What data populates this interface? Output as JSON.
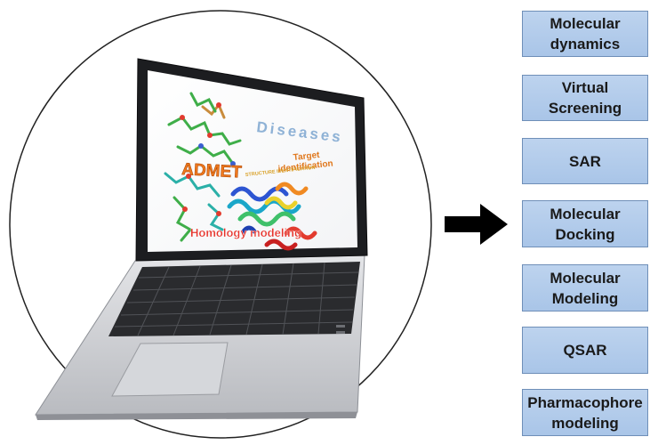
{
  "screen": {
    "diseases": "Diseases",
    "target_line1": "Target",
    "target_line2": "identification",
    "structure": "STRUCTURE IDENTIFICATION",
    "admet": "ADMET",
    "homology": "Homology modeling"
  },
  "methods": [
    "Molecular\ndynamics",
    "Virtual\nScreening",
    "SAR",
    "Molecular\nDocking",
    "Molecular\nModeling",
    "QSAR",
    "Pharmacophore\nmodeling"
  ],
  "colors": {
    "box_fill": "#b3ccec",
    "box_border": "#6f8fb8",
    "arrow": "#000000",
    "admet": "#f07a1e",
    "homology": "#e63028",
    "diseases": "#8fb2d6",
    "target": "#e0781e"
  }
}
